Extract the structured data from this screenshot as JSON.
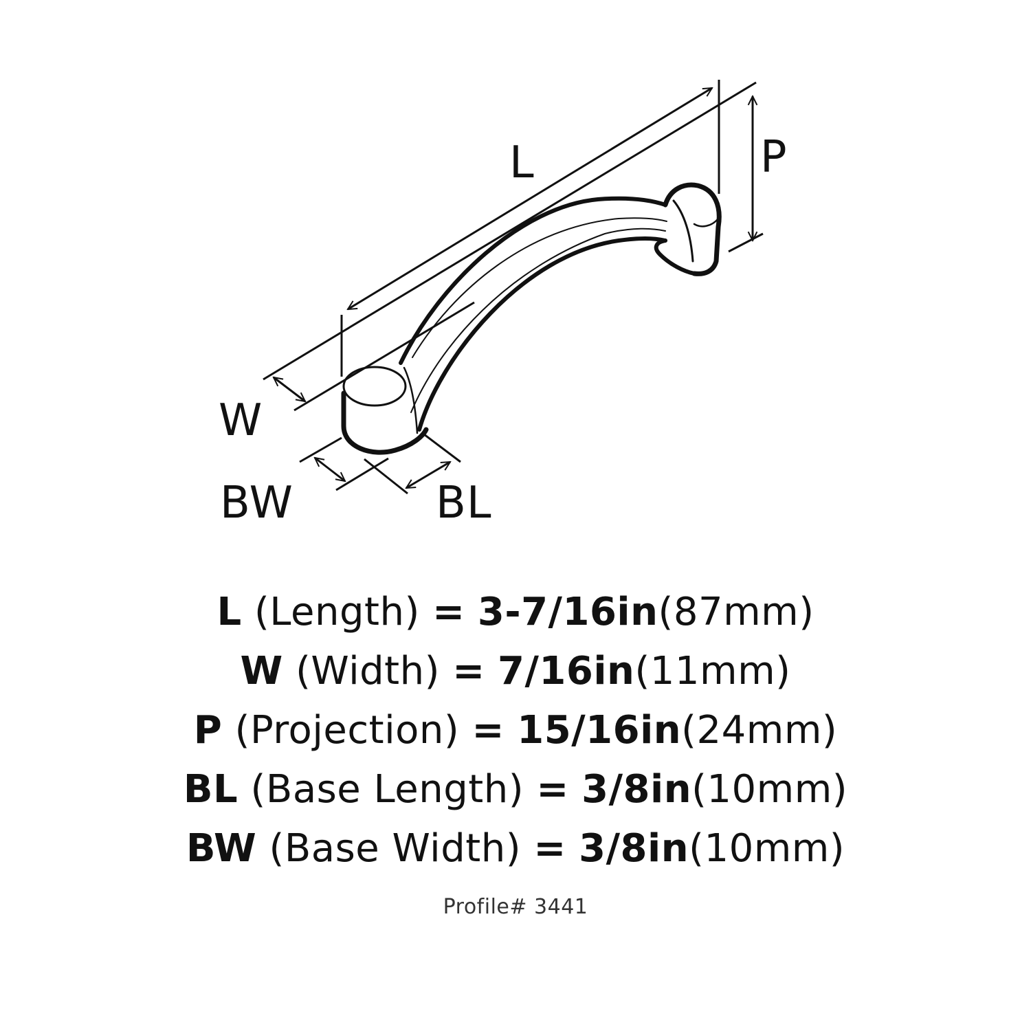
{
  "diagram": {
    "subject": "cabinet-pull-handle",
    "labels": {
      "L": "L",
      "P": "P",
      "W": "W",
      "BW": "BW",
      "BL": "BL"
    },
    "colors": {
      "line": "#111111",
      "background": "#ffffff"
    }
  },
  "specs": [
    {
      "code": "L",
      "name": "(Length)",
      "eq": "=",
      "imperial": "3-7/16in",
      "metric": "(87mm)"
    },
    {
      "code": "W",
      "name": "(Width)",
      "eq": "=",
      "imperial": "7/16in",
      "metric": "(11mm)"
    },
    {
      "code": "P",
      "name": "(Projection)",
      "eq": "=",
      "imperial": "15/16in",
      "metric": "(24mm)"
    },
    {
      "code": "BL",
      "name": "(Base Length)",
      "eq": "=",
      "imperial": "3/8in",
      "metric": "(10mm)"
    },
    {
      "code": "BW",
      "name": "(Base Width)",
      "eq": "=",
      "imperial": "3/8in",
      "metric": "(10mm)"
    }
  ],
  "profile": "Profile# 3441"
}
